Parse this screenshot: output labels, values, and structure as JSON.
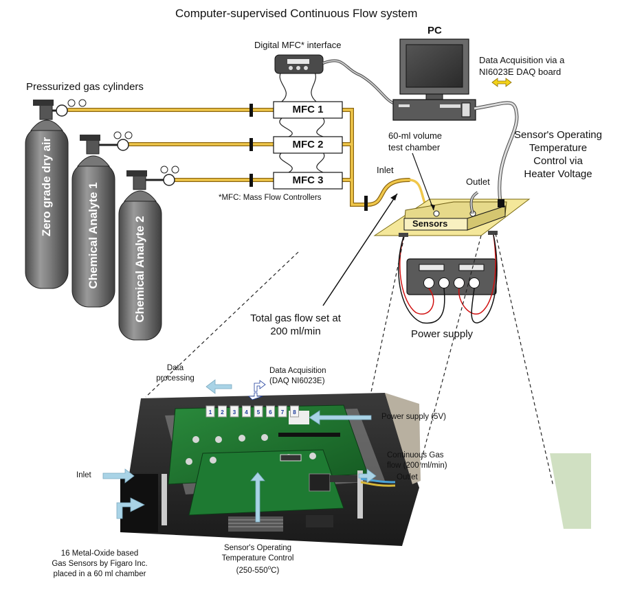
{
  "title": "Computer-supervised Continuous Flow system",
  "labels": {
    "pc": "PC",
    "mfc_interface": "Digital MFC* interface",
    "daq_line1": "Data Acquisition via a",
    "daq_line2": "NI6023E DAQ board",
    "cylinders": "Pressurized gas cylinders",
    "mfc1": "MFC 1",
    "mfc2": "MFC 2",
    "mfc3": "MFC 3",
    "mfc_note": "*MFC: Mass Flow Controllers",
    "chamber_line1": "60-ml volume",
    "chamber_line2": "test chamber",
    "sot_line1": "Sensor's Operating",
    "sot_line2": "Temperature",
    "sot_line3": "Control via",
    "sot_line4": "Heater Voltage",
    "inlet": "Inlet",
    "outlet": "Outlet",
    "sensors": "Sensors",
    "cyl1": "Zero grade dry air",
    "cyl2": "Chemical Analyte 1",
    "cyl3": "Chemical Analyte 2",
    "flow_line1": "Total gas flow set at",
    "flow_line2": "200 ml/min",
    "power_supply": "Power supply"
  },
  "photo_labels": {
    "data_processing_line1": "Data",
    "data_processing_line2": "processing",
    "daq_line1": "Data Acquisition",
    "daq_line2": "(DAQ NI6023E)",
    "power": "Power supply (5V)",
    "flow_line1": "Continuous Gas",
    "flow_line2": "flow (200 ml/min)",
    "outlet": "Outlet",
    "inlet": "Inlet",
    "sensors_line1": "16 Metal-Oxide based",
    "sensors_line2": "Gas Sensors by Figaro Inc.",
    "sensors_line3": "placed in a 60 ml chamber",
    "temp_line1": "Sensor's Operating",
    "temp_line2": "Temperature Control",
    "temp_line3_prefix": "(250-550",
    "temp_line3_sup": "o",
    "temp_line3_suffix": "C)"
  },
  "chip_labels": [
    "1",
    "2",
    "3",
    "4",
    "5",
    "6",
    "7",
    "8"
  ],
  "colors": {
    "gas_line": "#e8b830",
    "gas_line_dark": "#8a6410",
    "cylinder": "#6b6b6b",
    "chamber": "#f4e79a",
    "pcb": "#1f6b2e",
    "arrow": "#a9d3e6",
    "red_wire": "#d01010"
  }
}
